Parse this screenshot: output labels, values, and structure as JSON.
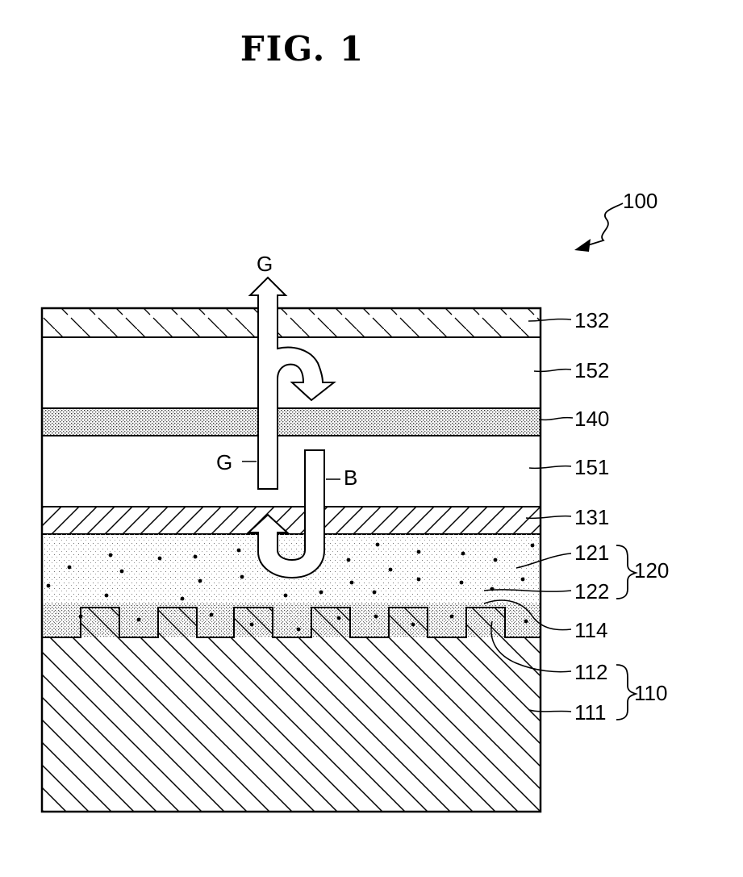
{
  "figure": {
    "title": "FIG.  1"
  },
  "device_ref": "100",
  "arrows": {
    "green_out": "G",
    "green_in": "G",
    "blue": "B"
  },
  "layers": [
    {
      "id": "132",
      "pattern": "backslash-dashed"
    },
    {
      "id": "152",
      "pattern": "none"
    },
    {
      "id": "140",
      "pattern": "dense-dots"
    },
    {
      "id": "151",
      "pattern": "none"
    },
    {
      "id": "131",
      "pattern": "forward-hatch"
    },
    {
      "id": "121",
      "pattern": "sparse-dots-with-particles"
    },
    {
      "id": "122",
      "pattern": "particles"
    },
    {
      "id": "114",
      "pattern": "grooves"
    },
    {
      "id": "112",
      "pattern": "teeth"
    },
    {
      "id": "111",
      "pattern": "backslash-hatch"
    }
  ],
  "groups": [
    {
      "id": "120",
      "members": [
        "121",
        "122"
      ]
    },
    {
      "id": "110",
      "members": [
        "112",
        "111"
      ]
    }
  ]
}
